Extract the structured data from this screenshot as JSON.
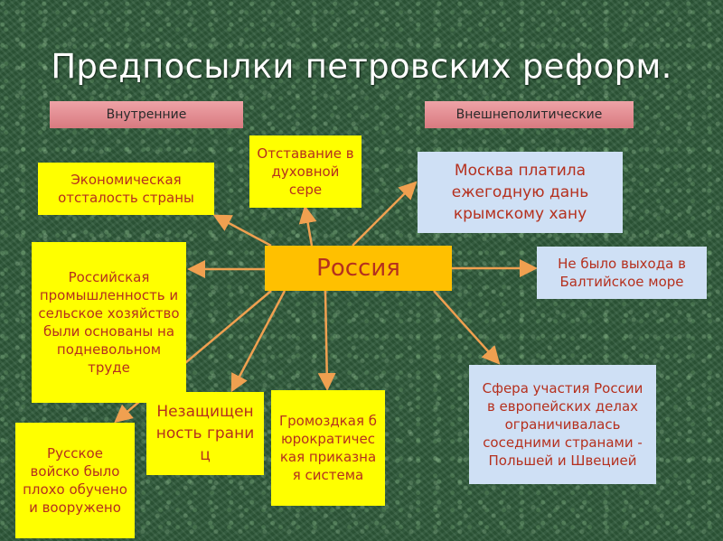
{
  "title": "Предпосылки петровских реформ.",
  "headers": {
    "internal": "Внутренние",
    "external": "Внешнеполитические"
  },
  "center": "Россия",
  "nodes": {
    "lag_spiritual": "Отставание в духовной сере",
    "economic": "Экономическая отсталость страны",
    "industry": "Российская промышленность и сельское хозяйство были основаны на подневольном труде",
    "army": "Русское войско было плохо обучено и вооружено",
    "borders": "Незащищенность границ",
    "bureaucracy": "Громоздкая бюрократическая приказная система",
    "tribute": "Москва платила ежегодную дань крымскому хану",
    "baltic": "Не было выхода в Балтийское море",
    "europe": "Сфера участия России в европейских делах ограничивалась соседними странами - Польшей и Швецией"
  },
  "colors": {
    "node_fill": "#ffff00",
    "node_text": "#b5301e",
    "center_fill": "#ffc000",
    "external_fill": "#cfe0f5",
    "header_fill": "#e28d92",
    "arrow": "#f0a050"
  }
}
